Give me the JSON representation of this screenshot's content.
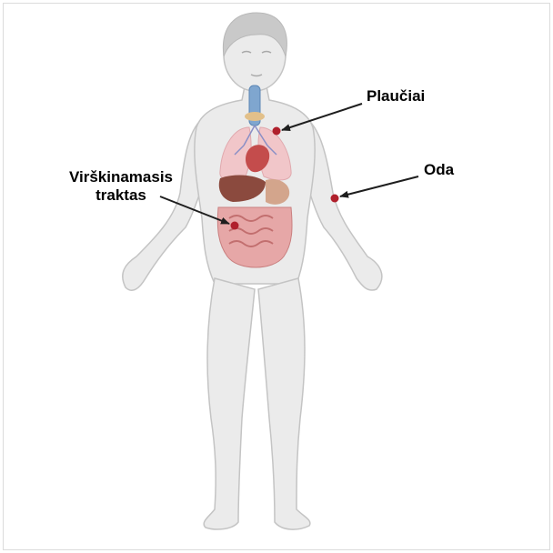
{
  "labels": {
    "lungs": "Plaučiai",
    "skin": "Oda",
    "digestive_line1": "Virškinamasis",
    "digestive_line2": "traktas"
  },
  "colors": {
    "body_fill": "#ebebeb",
    "body_stroke": "#c4c4c4",
    "head_fill": "#c9c9c9",
    "lung_fill": "#f1c6c9",
    "intestine_fill": "#d98e8e",
    "marker": "#b0202c",
    "arrow": "#1e1e1e"
  }
}
